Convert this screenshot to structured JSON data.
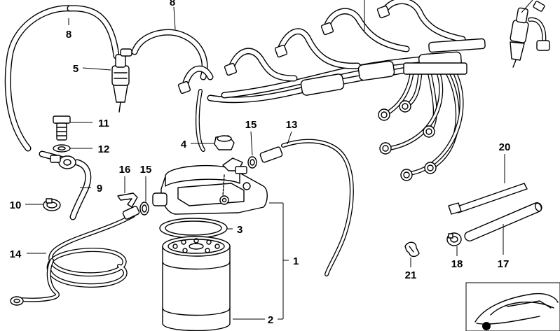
{
  "diagram": {
    "callouts": [
      {
        "id": "c8",
        "text": "8"
      },
      {
        "id": "c8b",
        "text": "8"
      },
      {
        "id": "c5",
        "text": "5"
      },
      {
        "id": "c11",
        "text": "11"
      },
      {
        "id": "c12",
        "text": "12"
      },
      {
        "id": "c4",
        "text": "4"
      },
      {
        "id": "c15a",
        "text": "15"
      },
      {
        "id": "c13",
        "text": "13"
      },
      {
        "id": "c16",
        "text": "16"
      },
      {
        "id": "c15b",
        "text": "15"
      },
      {
        "id": "c9",
        "text": "9"
      },
      {
        "id": "c10",
        "text": "10"
      },
      {
        "id": "c3",
        "text": "3"
      },
      {
        "id": "c1",
        "text": "1"
      },
      {
        "id": "c14",
        "text": "14"
      },
      {
        "id": "c2",
        "text": "2"
      },
      {
        "id": "c20",
        "text": "20"
      },
      {
        "id": "c18",
        "text": "18"
      },
      {
        "id": "c17",
        "text": "17"
      },
      {
        "id": "c21",
        "text": "21"
      }
    ]
  }
}
